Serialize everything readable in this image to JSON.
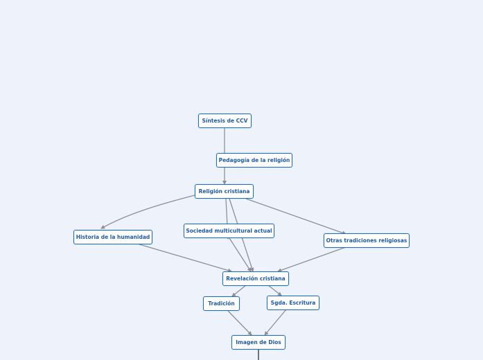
{
  "diagram": {
    "nodes": {
      "sintesis": "Síntesis de CCV",
      "pedagogia": "Pedagogía de la religión",
      "religion": "Religión cristiana",
      "historia": "Historia de la humanidad",
      "sociedad": "Sociedad multicultural actual",
      "otras": "Otras tradiciones religiosas",
      "revelacion": "Revelación cristiana",
      "tradicion": "Tradición",
      "escritura": "Sgda. Escritura",
      "imagen": "Imagen de Dios"
    },
    "colors": {
      "background": "#eef2fb",
      "node_border": "#1f6dbb",
      "node_text": "#1f5aa6",
      "edge": "#8c8f96"
    }
  }
}
